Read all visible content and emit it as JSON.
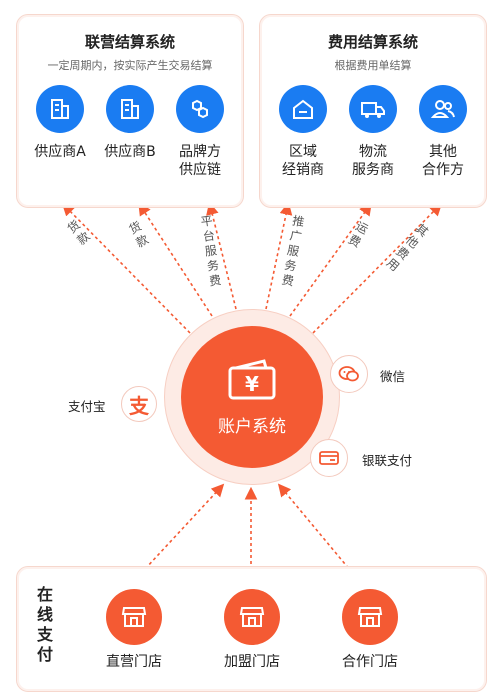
{
  "left_panel": {
    "title": "联营结算系统",
    "subtitle": "一定周期内，按实际产生交易结算",
    "nodes": [
      {
        "label": "供应商A",
        "icon": "building-icon"
      },
      {
        "label": "供应商B",
        "icon": "building-icon"
      },
      {
        "label": "品牌方\n供应链",
        "icon": "hexagon-link-icon"
      }
    ]
  },
  "right_panel": {
    "title": "费用结算系统",
    "subtitle": "根据费用单结算",
    "nodes": [
      {
        "label": "区域\n经销商",
        "icon": "house-icon"
      },
      {
        "label": "物流\n服务商",
        "icon": "truck-icon"
      },
      {
        "label": "其他\n合作方",
        "icon": "people-icon"
      }
    ]
  },
  "flows": {
    "f1": "货\n款",
    "f2": "货\n款",
    "f3": "平\n台\n服\n务\n费",
    "f4": "推\n广\n服\n务\n费",
    "f5": "运\n费",
    "f6": "其\n他\n费\n用"
  },
  "core": {
    "label": "账户系统",
    "icon": "wallet-yuan-icon"
  },
  "payments": {
    "alipay": "支付宝",
    "wechat": "微信",
    "unionpay": "银联支付"
  },
  "bottom_panel": {
    "title": "在\n线\n支\n付",
    "stores": [
      {
        "label": "直营门店",
        "icon": "store-icon"
      },
      {
        "label": "加盟门店",
        "icon": "store-icon"
      },
      {
        "label": "合作门店",
        "icon": "store-icon"
      }
    ]
  },
  "colors": {
    "accent": "#f45a33",
    "blue": "#1a7cf2",
    "border": "#f6d7cd"
  }
}
